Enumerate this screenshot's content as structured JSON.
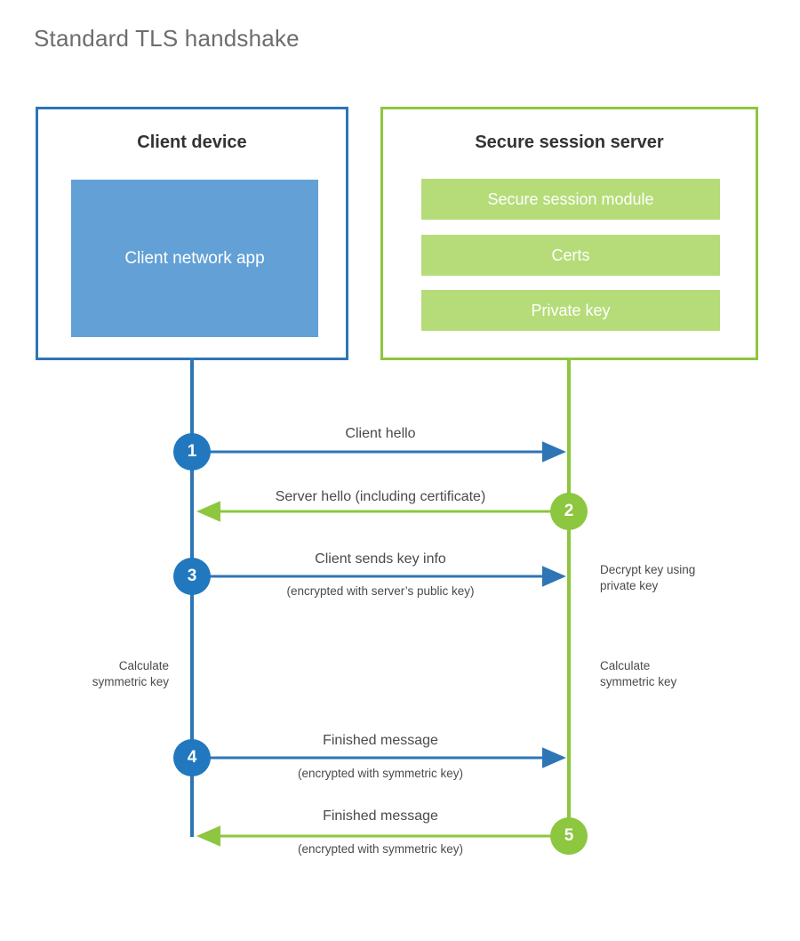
{
  "title": "Standard TLS handshake",
  "colors": {
    "client_border": "#2e75b6",
    "client_fill": "#62a0d6",
    "client_accent": "#2178be",
    "server_border": "#8dc63f",
    "server_fill": "#b5dc78",
    "server_accent": "#8dc63f",
    "title_text": "#6d6d6d",
    "body_text": "#4a4a4a",
    "background": "#ffffff"
  },
  "client": {
    "title": "Client device",
    "app_label": "Client network app"
  },
  "server": {
    "title": "Secure session server",
    "modules": [
      {
        "label": "Secure session module"
      },
      {
        "label": "Certs"
      },
      {
        "label": "Private key"
      }
    ]
  },
  "steps": [
    {
      "number": "1",
      "label": "Client hello",
      "sub": "",
      "direction": "client-to-server",
      "side": "client"
    },
    {
      "number": "2",
      "label": "Server hello (including certificate)",
      "sub": "",
      "direction": "server-to-client",
      "side": "server"
    },
    {
      "number": "3",
      "label": "Client sends key info",
      "sub": "(encrypted with server’s public key)",
      "direction": "client-to-server",
      "side": "client"
    },
    {
      "number": "4",
      "label": "Finished message",
      "sub": "(encrypted with symmetric key)",
      "direction": "client-to-server",
      "side": "client"
    },
    {
      "number": "5",
      "label": "Finished message",
      "sub": "(encrypted with symmetric key)",
      "direction": "server-to-client",
      "side": "server"
    }
  ],
  "annotations": {
    "server_decrypt": "Decrypt key using\nprivate key",
    "server_decrypt_line1": "Decrypt key using",
    "server_decrypt_line2": "private key",
    "client_calculate_line1": "Calculate",
    "client_calculate_line2": "symmetric key",
    "server_calculate_line1": "Calculate",
    "server_calculate_line2": "symmetric key"
  }
}
